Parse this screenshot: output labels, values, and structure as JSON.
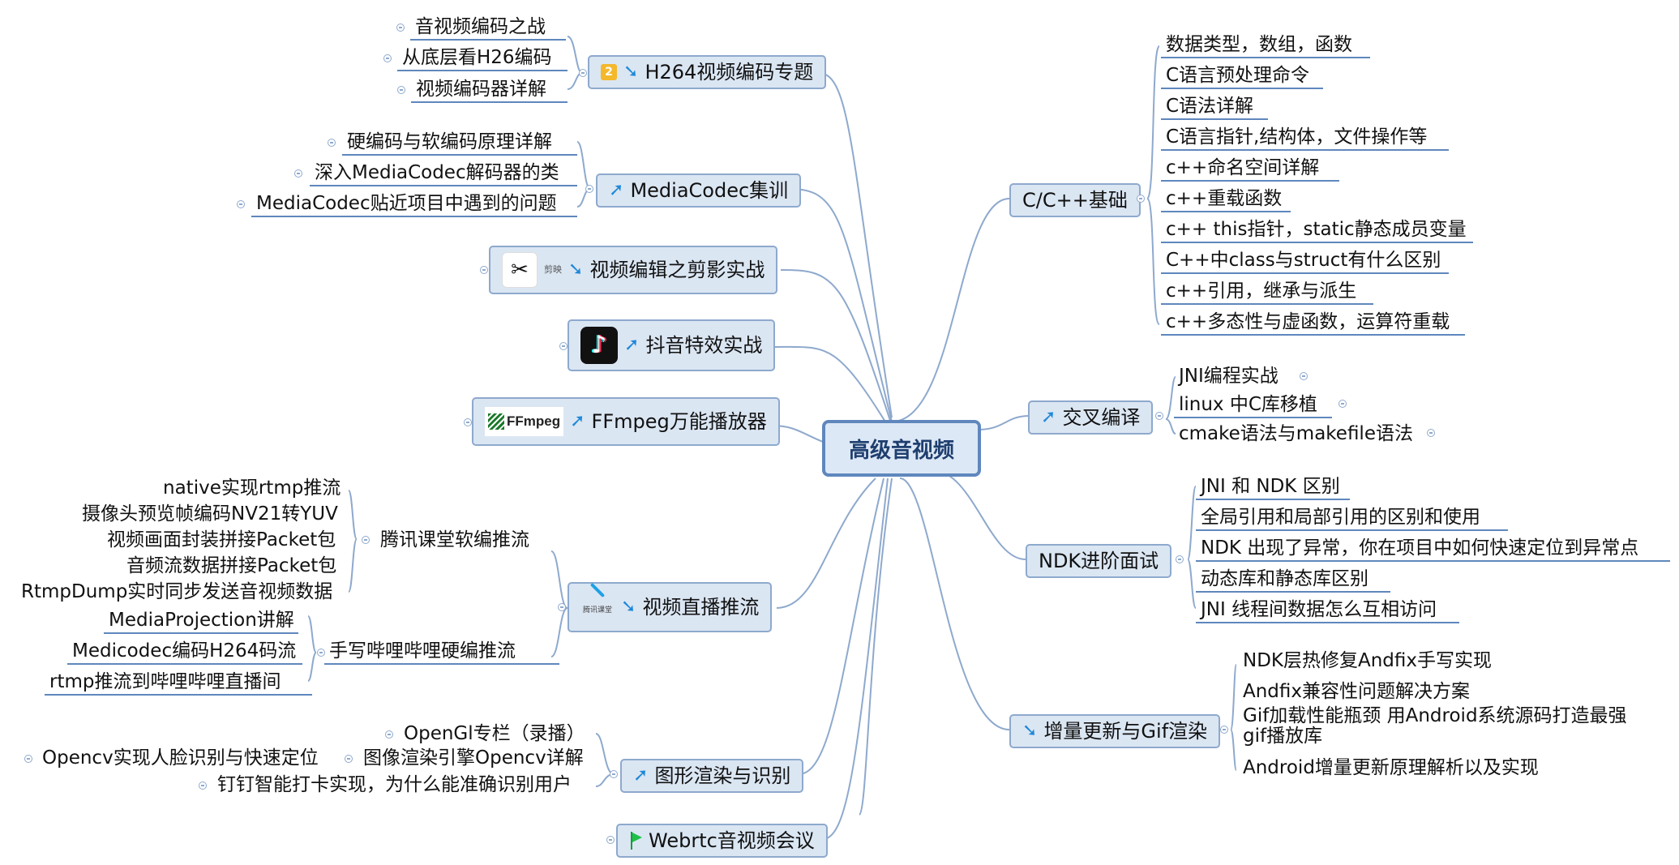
{
  "center": "高级音视频",
  "left": {
    "h264": {
      "badge": "2",
      "title": "H264视频编码专题",
      "items": [
        "音视频编码之战",
        "从底层看H26编码",
        "视频编码器详解"
      ]
    },
    "mediacodec": {
      "title": "MediaCodec集训",
      "items": [
        "硬编码与软编码原理详解",
        "深入MediaCodec解码器的类",
        "MediaCodec贴近项目中遇到的问题"
      ]
    },
    "capcut": {
      "logo_text": "剪映",
      "title": "视频编辑之剪影实战"
    },
    "douyin": {
      "title": "抖音特效实战"
    },
    "ffmpeg": {
      "logo_text": "FFmpeg",
      "title": "FFmpeg万能播放器"
    },
    "live": {
      "logo_text": "腾讯课堂",
      "title": "视频直播推流",
      "tencent": {
        "title": "腾讯课堂软编推流",
        "items": [
          "native实现rtmp推流",
          "摄像头预览帧编码NV21转YUV",
          "视频画面封装拼接Packet包",
          "音频流数据拼接Packet包",
          "RtmpDump实时同步发送音视频数据"
        ]
      },
      "bili": {
        "title": "手写哔哩哔哩硬编推流",
        "items": [
          "MediaProjection讲解",
          "Medicodec编码H264码流",
          "rtmp推流到哔哩哔哩直播间"
        ]
      }
    },
    "graphics": {
      "title": "图形渲染与识别",
      "items": [
        "OpenGl专栏（录播）",
        "图像渲染引擎Opencv详解",
        "钉钉智能打卡实现，为什么能准确识别用户"
      ],
      "opencv_child": "Opencv实现人脸识别与快速定位"
    },
    "webrtc": {
      "title": "Webrtc音视频会议"
    }
  },
  "right": {
    "cpp": {
      "title": "C/C++基础",
      "items": [
        "数据类型，数组，函数",
        "C语言预处理命令",
        "C语法详解",
        "C语言指针,结构体，文件操作等",
        "c++命名空间详解",
        "c++重载函数",
        "c++ this指针，static静态成员变量",
        "C++中class与struct有什么区别",
        "c++引用，继承与派生",
        "c++多态性与虚函数，运算符重载"
      ]
    },
    "cross": {
      "title": "交叉编译",
      "items": [
        "JNI编程实战",
        "linux 中C库移植",
        "cmake语法与makefile语法"
      ]
    },
    "ndk": {
      "title": "NDK进阶面试",
      "items": [
        "JNI 和 NDK 区别",
        "全局引用和局部引用的区别和使用",
        "NDK 出现了异常，你在项目中如何快速定位到异常点",
        "动态库和静态库区别",
        "JNI 线程间数据怎么互相访问"
      ]
    },
    "gif": {
      "title": "增量更新与Gif渲染",
      "items": [
        "NDK层热修复Andfix手写实现",
        "Andfix兼容性问题解决方案",
        "Gif加载性能瓶颈  用Android系统源码打造最强",
        "gif播放库",
        "Android增量更新原理解析以及实现"
      ]
    }
  },
  "colors": {
    "line": "#8ea9cd",
    "topic_bg": "#dbe6f3",
    "center_border": "#5f87bd",
    "arrow": "#1e88d8"
  }
}
